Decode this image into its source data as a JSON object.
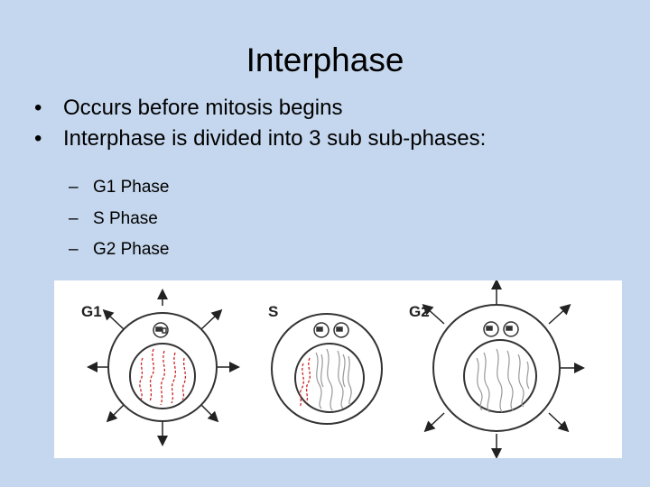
{
  "title": "Interphase",
  "bullets": [
    "Occurs before mitosis begins",
    "Interphase is divided into 3 sub sub-phases:"
  ],
  "sub_bullets": [
    "G1 Phase",
    "S Phase",
    "G2 Phase"
  ],
  "figure": {
    "labels": [
      "G1",
      "S",
      "G2"
    ]
  },
  "colors": {
    "background": "#c5d7ee",
    "chromosome_red": "#cc2222",
    "chromosome_grey": "#999999"
  }
}
